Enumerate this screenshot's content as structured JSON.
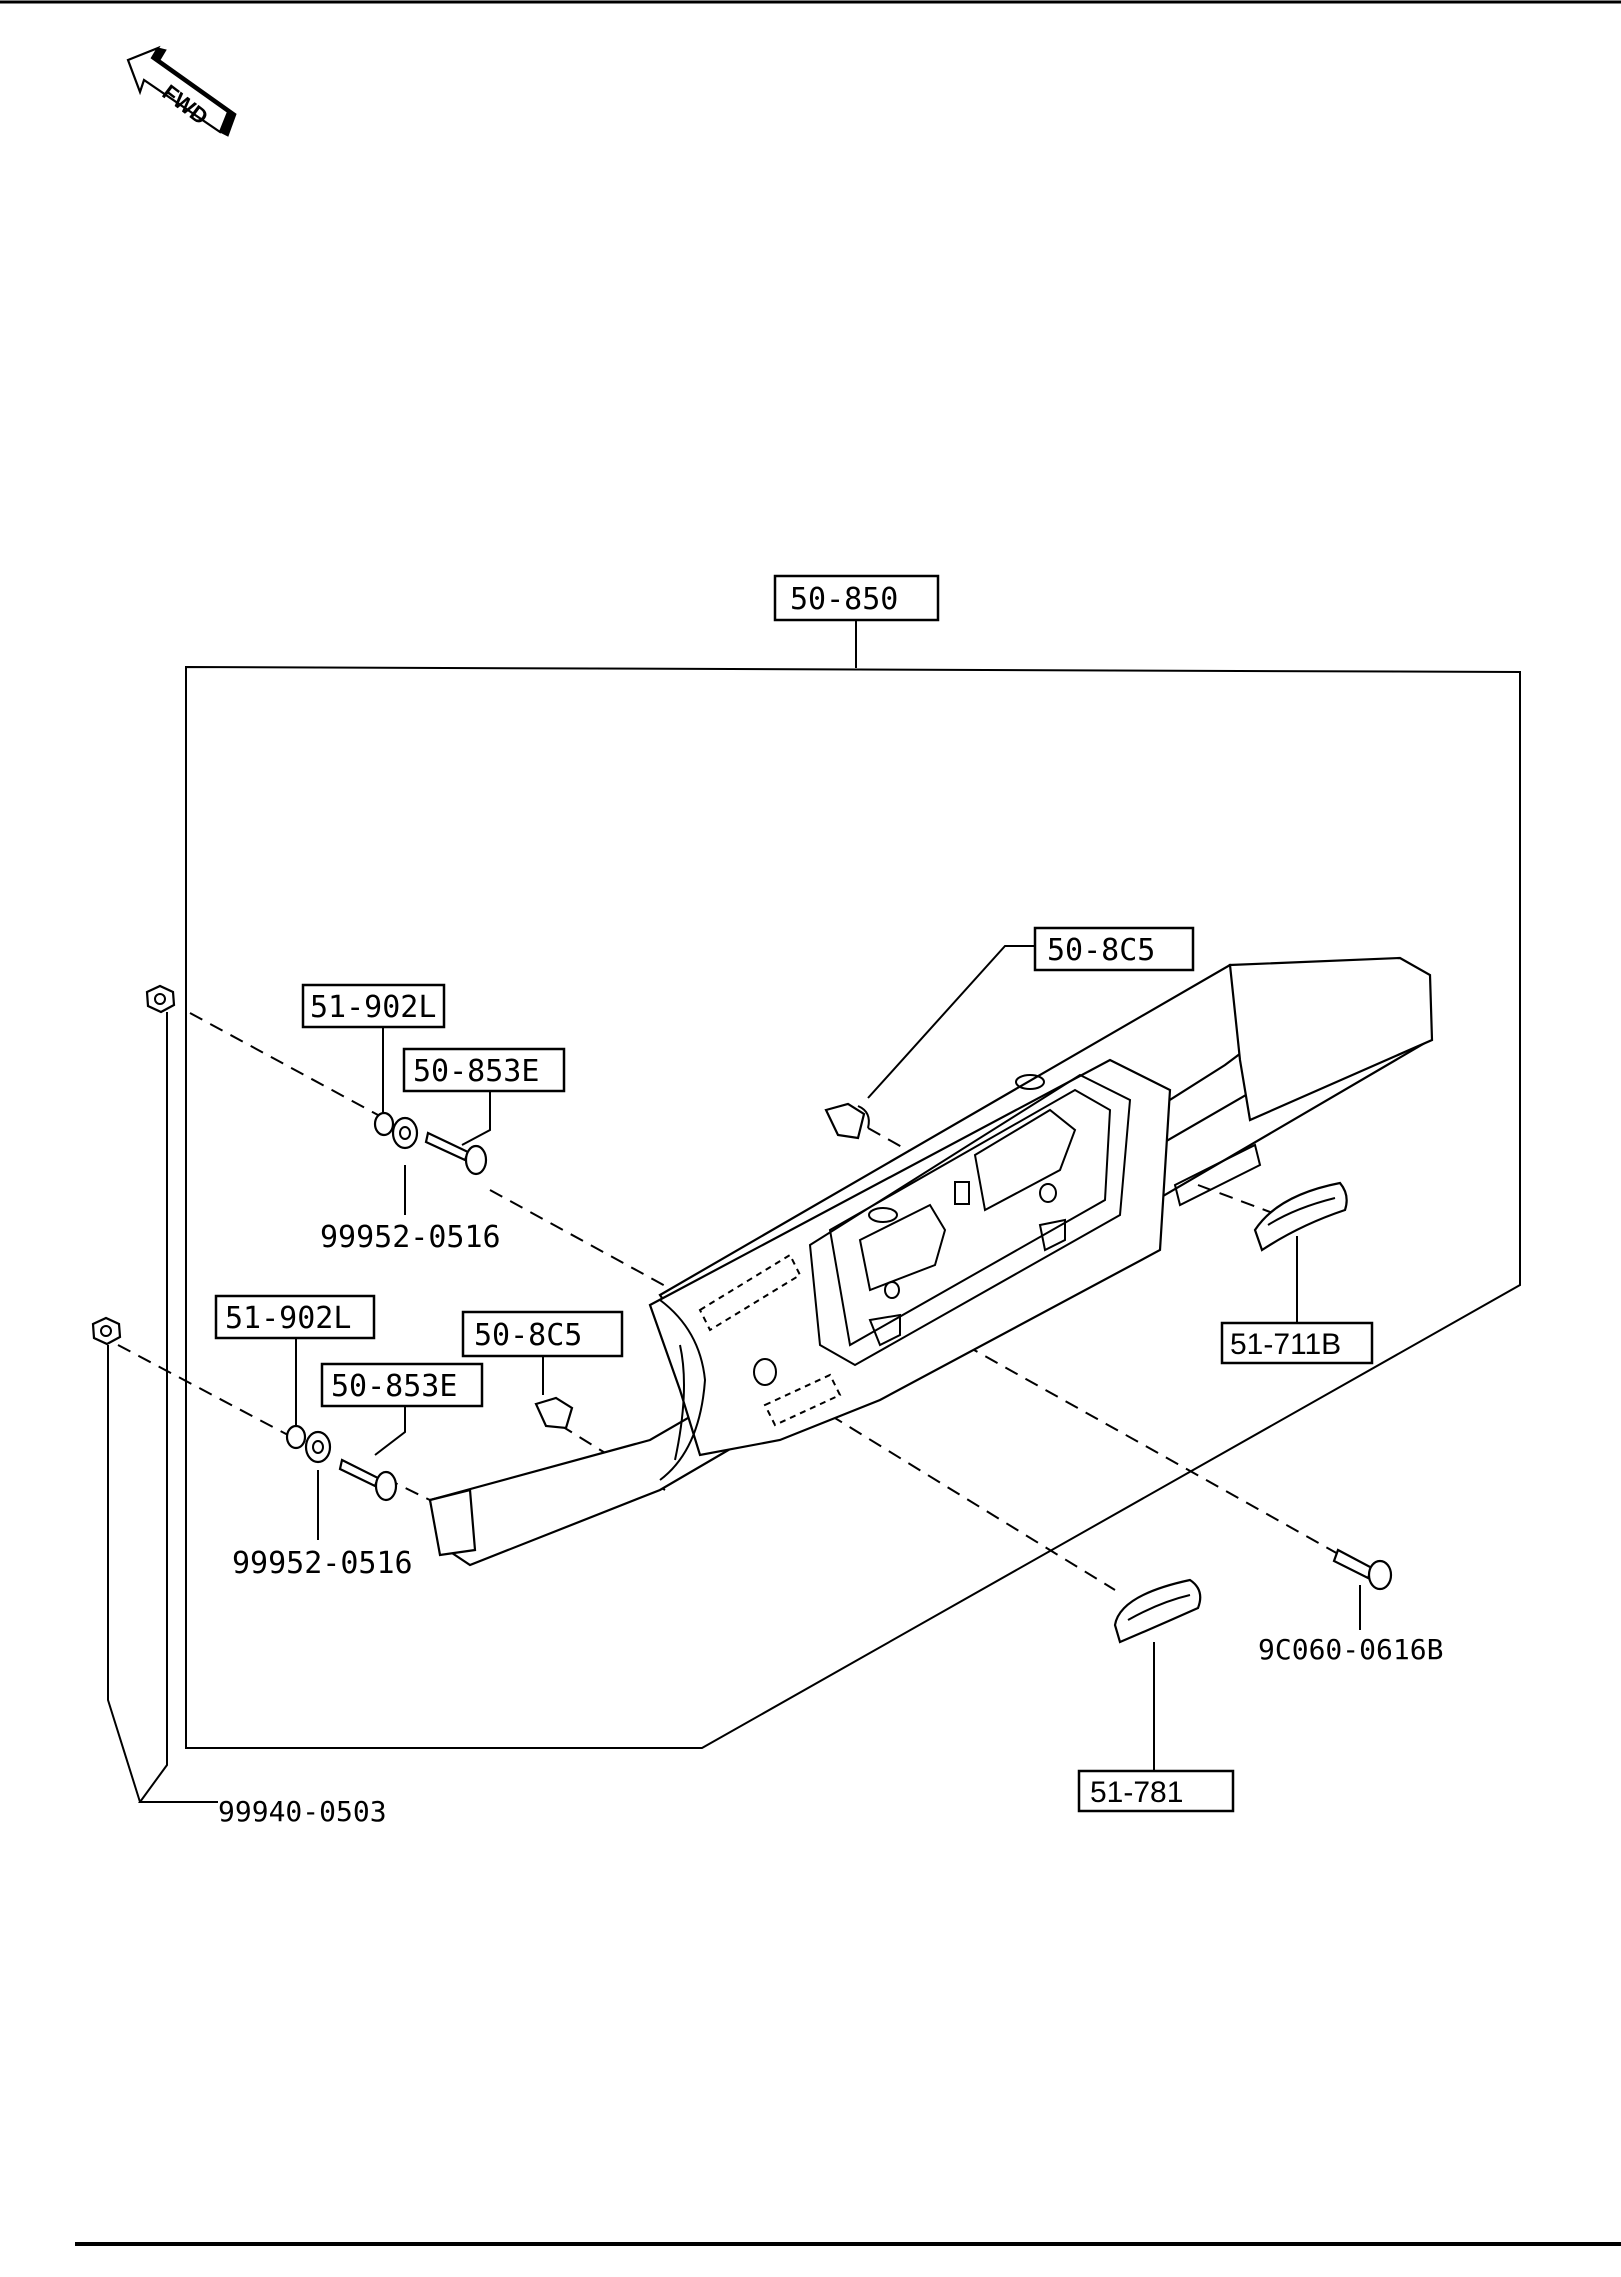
{
  "fwd_arrow": {
    "label": "FWD"
  },
  "callouts": {
    "main_assembly": "50-850",
    "clip_upper": "50-8C5",
    "clip_lower": "50-8C5",
    "washer_upper": "51-902L",
    "washer_lower": "51-902L",
    "screw_upper": "50-853E",
    "screw_lower": "50-853E",
    "emblem_right": "51-711B",
    "emblem_bottom": "51-781"
  },
  "part_numbers": {
    "washer_set_upper": "99952-0516",
    "washer_set_lower": "99952-0516",
    "bolt_right": "9C060-0616B",
    "nuts": "99940-0503"
  }
}
